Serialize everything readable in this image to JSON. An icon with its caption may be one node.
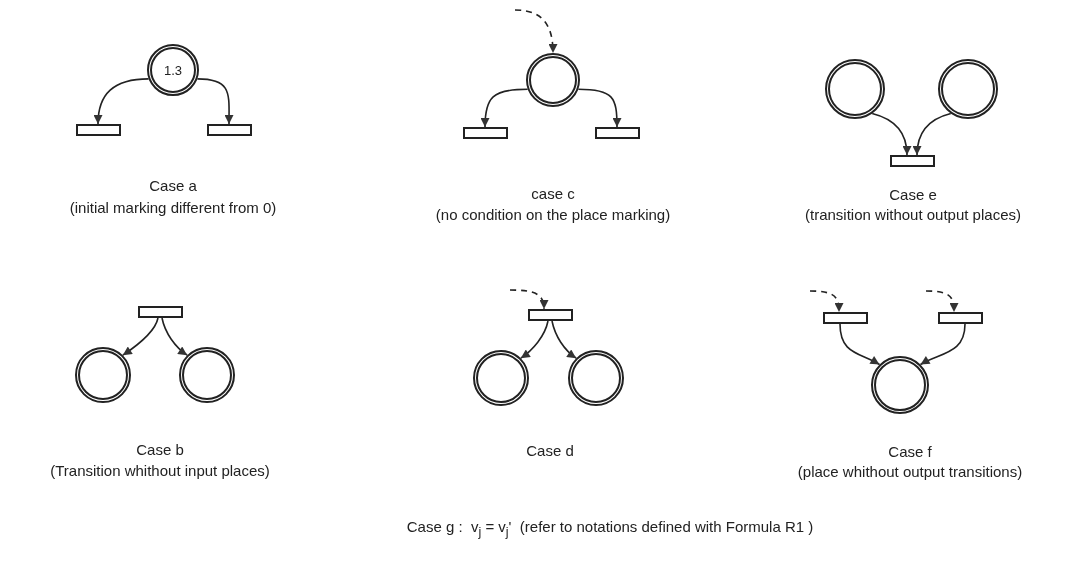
{
  "diagram": {
    "nodes": [
      {
        "text": [
          "1.3"
        ]
      },
      {
        "text": [],
        "shape": "bar"
      },
      {
        "text": [],
        "shape": "bar"
      },
      {
        "text": [],
        "shape": "circle"
      },
      {
        "text": [],
        "shape": "bar"
      },
      {
        "text": [],
        "shape": "bar"
      },
      {
        "text": [],
        "shape": "circle"
      },
      {
        "text": [],
        "shape": "circle"
      },
      {
        "text": [],
        "shape": "bar"
      },
      {
        "text": [],
        "shape": "bar"
      },
      {
        "text": [],
        "shape": "circle"
      },
      {
        "text": [],
        "shape": "circle"
      },
      {
        "text": [],
        "shape": "bar"
      },
      {
        "text": [],
        "shape": "circle"
      },
      {
        "text": [],
        "shape": "circle"
      },
      {
        "text": [],
        "shape": "bar"
      },
      {
        "text": [],
        "shape": "bar"
      },
      {
        "text": [],
        "shape": "circle"
      }
    ],
    "edges": [
      {
        "from": 0,
        "to": 1,
        "arrow": "to"
      },
      {
        "from": 0,
        "to": 2,
        "arrow": "to"
      },
      {
        "from": null,
        "to": 3,
        "arrow": "to",
        "style": "dashed"
      },
      {
        "from": 3,
        "to": 4,
        "arrow": "to"
      },
      {
        "from": 3,
        "to": 5,
        "arrow": "to"
      },
      {
        "from": 6,
        "to": 8,
        "arrow": "to"
      },
      {
        "from": 7,
        "to": 8,
        "arrow": "to"
      },
      {
        "from": 9,
        "to": 10,
        "arrow": "to"
      },
      {
        "from": 9,
        "to": 11,
        "arrow": "to"
      },
      {
        "from": null,
        "to": 12,
        "arrow": "to",
        "style": "dashed"
      },
      {
        "from": 12,
        "to": 13,
        "arrow": "to"
      },
      {
        "from": 12,
        "to": 14,
        "arrow": "to"
      },
      {
        "from": null,
        "to": 15,
        "arrow": "to",
        "style": "dashed"
      },
      {
        "from": null,
        "to": 16,
        "arrow": "to",
        "style": "dashed"
      },
      {
        "from": 15,
        "to": 17,
        "arrow": "to"
      },
      {
        "from": 16,
        "to": 17,
        "arrow": "to"
      }
    ],
    "labels": [
      "Case a",
      "(initial marking different from 0)",
      "case c",
      "(no condition on the place marking)",
      "Case e",
      "(transition without output places)",
      "Case b",
      "(Transition whithout input places)",
      "Case d",
      "Case f",
      "(place whithout output transitions)",
      "Case g :  v$_{j}$ = v$_{j}$'  (refer to notations defined with Formula R1 )"
    ]
  }
}
